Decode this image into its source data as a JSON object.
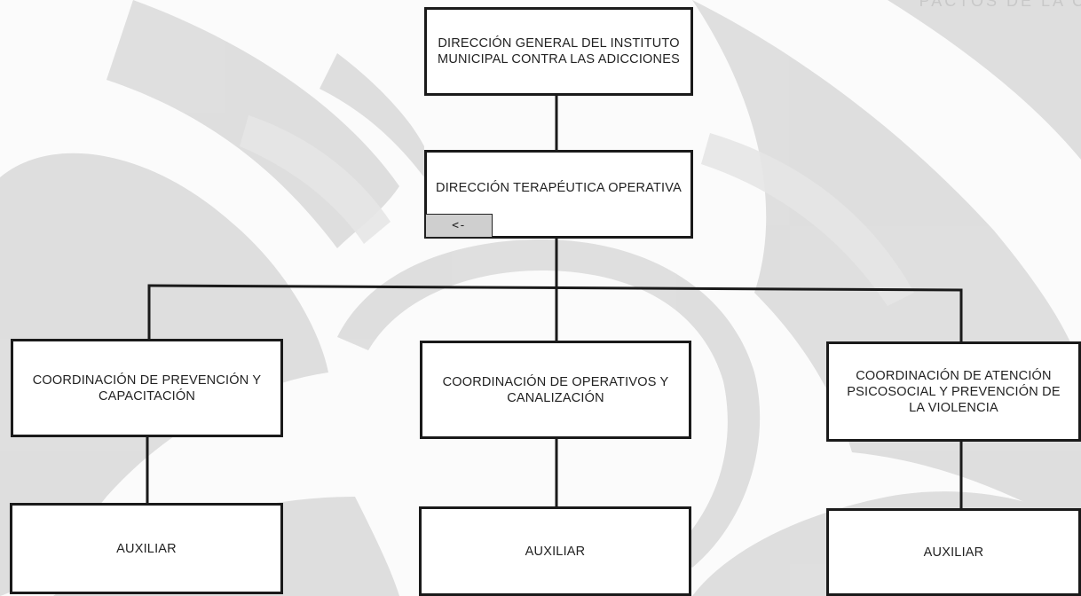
{
  "background": {
    "watermark_color": "#d6d6d6",
    "corner_text": "PACTOS DE LA C"
  },
  "colors": {
    "border": "#1a1a1a",
    "button_bg": "#cfcfcf",
    "text": "#222222"
  },
  "nodes": {
    "director_general": "DIRECCIÓN GENERAL DEL INSTITUTO MUNICIPAL CONTRA LAS ADICCIONES",
    "direccion_terapeutica": "DIRECCIÓN TERAPÉUTICA OPERATIVA",
    "coord_prevencion": "COORDINACIÓN DE PREVENCIÓN Y CAPACITACIÓN",
    "coord_operativos": "COORDINACIÓN DE OPERATIVOS Y CANALIZACIÓN",
    "coord_psicosocial": "COORDINACIÓN DE ATENCIÓN PSICOSOCIAL Y PREVENCIÓN DE LA VIOLENCIA",
    "auxiliar_1": "AUXILIAR",
    "auxiliar_2": "AUXILIAR",
    "auxiliar_3": "AUXILIAR"
  },
  "back_button": {
    "label": "<-",
    "icon": "back-arrow-icon"
  }
}
